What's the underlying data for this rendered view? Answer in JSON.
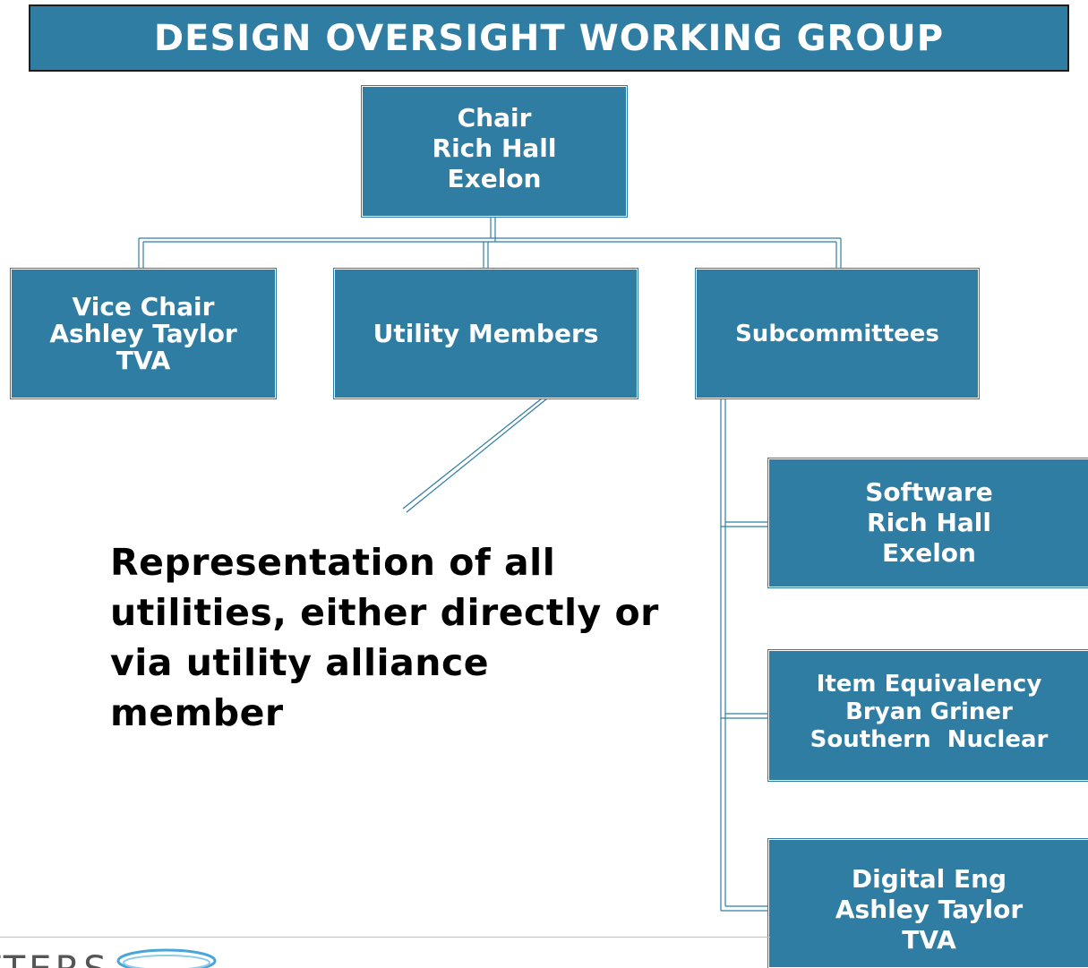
{
  "header": {
    "title_line1": "DESIGN OVERSIGHT WORKING GROUP",
    "title_line2": "(DOWG)"
  },
  "org_chart": {
    "chair": {
      "role": "Chair",
      "name": "Rich Hall",
      "company": "Exelon"
    },
    "vice_chair": {
      "role": "Vice Chair",
      "name": "Ashley Taylor",
      "company": "TVA"
    },
    "utility_members": {
      "label": "Utility Members"
    },
    "subcommittees": {
      "label": "Subcommittees",
      "items": [
        {
          "role": "Software",
          "name": "Rich Hall",
          "company": "Exelon"
        },
        {
          "role": "Item Equivalency",
          "name": "Bryan Griner",
          "company": "Southern  Nuclear"
        },
        {
          "role": "Digital Eng",
          "name": "Ashley Taylor",
          "company": "TVA"
        }
      ]
    }
  },
  "callout": {
    "lines": [
      "Representation of all",
      "utilities, either directly or",
      "via utility alliance",
      "member"
    ]
  },
  "footer": {
    "logo_text": "TTERS",
    "colors": {
      "logo_swoosh": "#4aa6d6"
    }
  },
  "colors": {
    "box_fill": "#2f7da3",
    "box_text": "#ffffff",
    "connector": "#2f7da3"
  }
}
